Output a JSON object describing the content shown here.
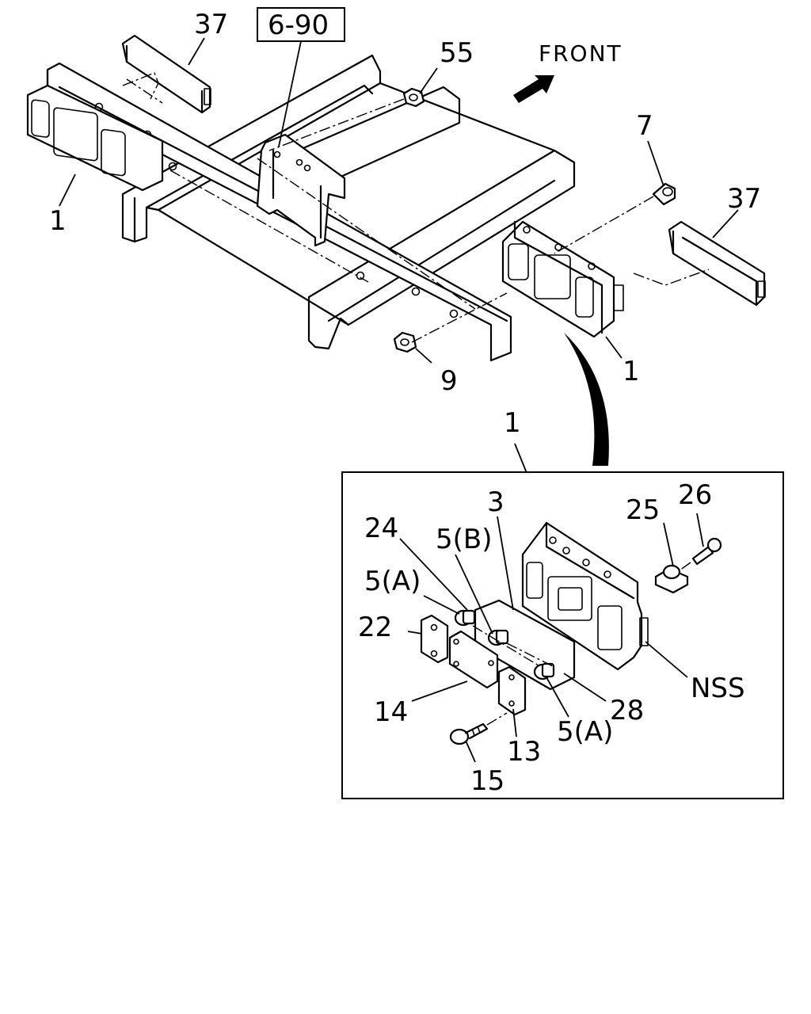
{
  "diagram": {
    "front_label": "FRONT",
    "ref_box": "6-90",
    "callouts": {
      "c37_top": "37",
      "c55": "55",
      "c7": "7",
      "c37_right": "37",
      "c1_left": "1",
      "c1_right": "1",
      "c9": "9",
      "c1_detail": "1",
      "c3": "3",
      "c24": "24",
      "c5b": "5(B)",
      "c5a_top": "5(A)",
      "c25": "25",
      "c26": "26",
      "c22": "22",
      "c14": "14",
      "c13": "13",
      "c15": "15",
      "c28": "28",
      "c5a_bottom": "5(A)",
      "nss": "NSS"
    },
    "icons": {
      "front_arrow": "arrow-right-icon"
    }
  }
}
